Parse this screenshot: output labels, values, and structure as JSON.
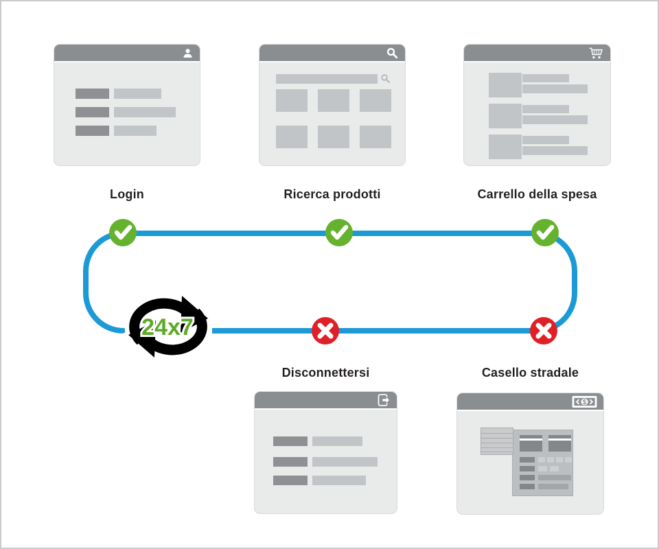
{
  "diagram": {
    "description": "E-commerce 24x7 user journey loop wireframe diagram",
    "loop": {
      "badge": "24x7",
      "cycle_icon": "cycle-arrows-icon",
      "success_marker_icon": "check-icon",
      "error_marker_icon": "x-icon"
    },
    "screens": [
      {
        "id": "login",
        "label": "Login",
        "icon": "user-icon",
        "status": "success"
      },
      {
        "id": "ricerca",
        "label": "Ricerca prodotti",
        "icon": "search-icon",
        "status": "success"
      },
      {
        "id": "carrello",
        "label": "Carrello della spesa",
        "icon": "cart-icon",
        "status": "success"
      },
      {
        "id": "disconnettersi",
        "label": "Disconnettersi",
        "icon": "logout-icon",
        "status": "error"
      },
      {
        "id": "casello",
        "label": "Casello stradale",
        "icon": "money-icon",
        "status": "error"
      }
    ],
    "colors": {
      "loop_blue": "#1b9ad6",
      "success_green": "#65b22e",
      "error_red": "#df2027",
      "header_gray": "#8b8e91",
      "body_gray": "#e9eaea",
      "block_dark": "#8e9093",
      "block_light": "#c2c5c7",
      "badge_text_green": "#5baa28",
      "label_text": "#231f20"
    }
  }
}
